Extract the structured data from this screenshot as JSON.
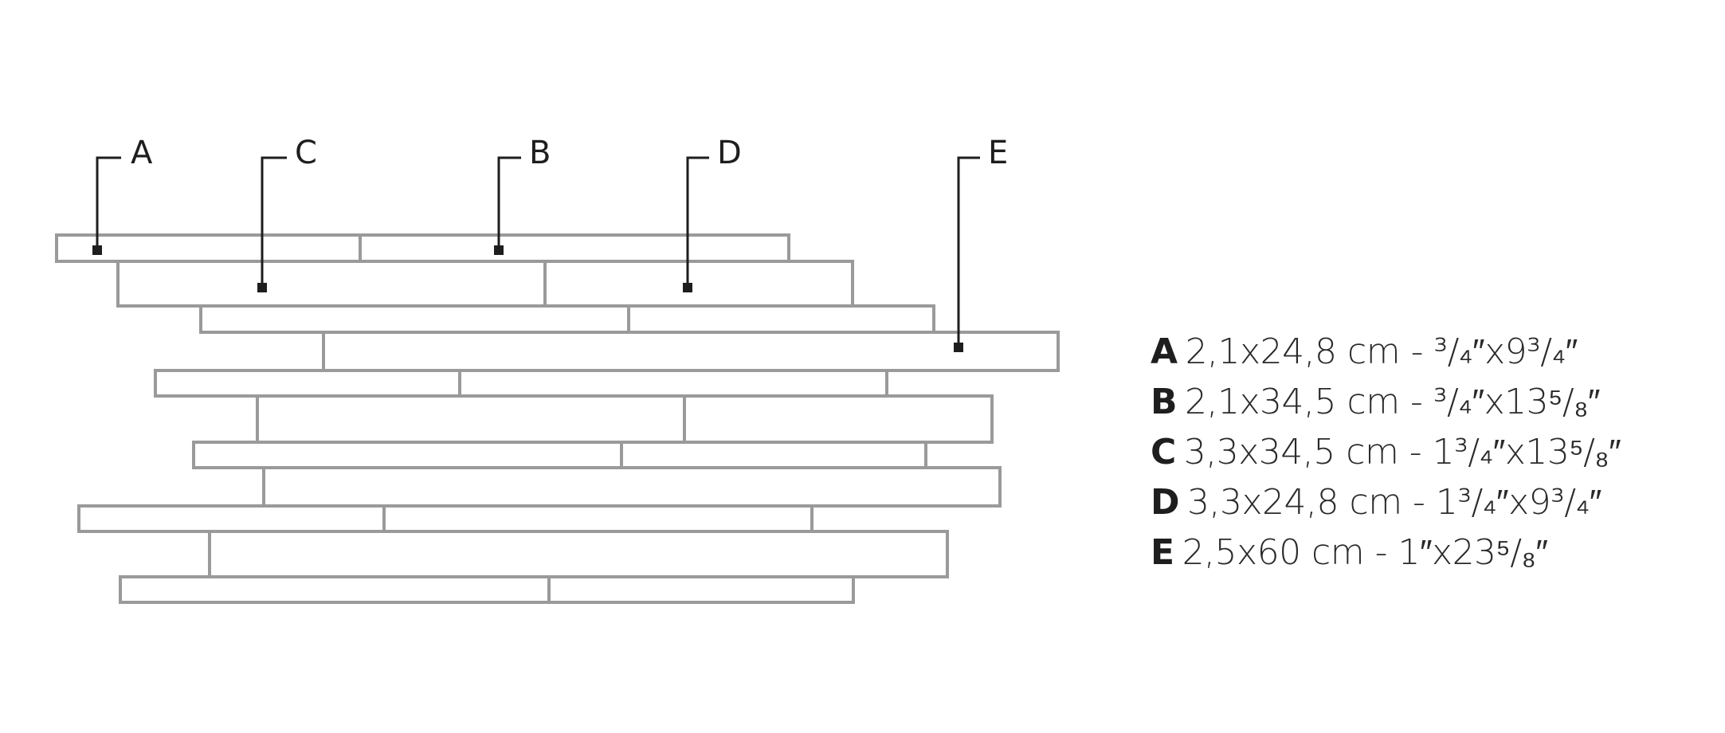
{
  "legend": {
    "items": [
      {
        "key": "A",
        "size": "2,1x24,8 cm - ³/₄″x9³/₄″"
      },
      {
        "key": "B",
        "size": "2,1x34,5 cm - ³/₄″x13⁵/₈″"
      },
      {
        "key": "C",
        "size": "3,3x34,5 cm - 1³/₄″x13⁵/₈″"
      },
      {
        "key": "D",
        "size": "3,3x24,8 cm - 1³/₄″x9³/₄″"
      },
      {
        "key": "E",
        "size": "2,5x60 cm - 1″x23⁵/₈″"
      }
    ]
  },
  "callouts": {
    "a": "A",
    "b": "B",
    "c": "C",
    "d": "D",
    "e": "E"
  },
  "colors": {
    "tile_stroke": "#9a9a9a",
    "ink": "#1e1e1e",
    "background": "#ffffff"
  }
}
